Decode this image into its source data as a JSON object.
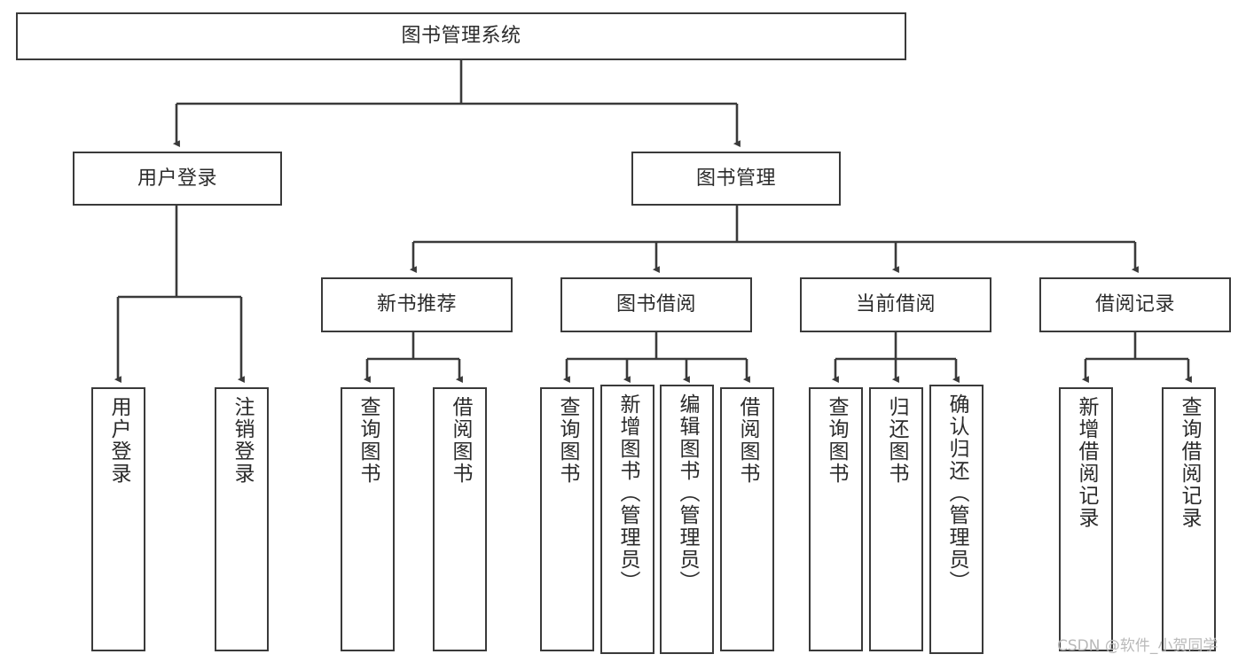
{
  "diagram": {
    "title": "图书管理系统",
    "type": "tree-hierarchy-chart",
    "orientation": "top-down",
    "colors": {
      "background": "#ffffff",
      "node_border": "#3a3a3a",
      "node_fill": "#ffffff",
      "text": "#2b2b2b",
      "edge": "#3a3a3a",
      "watermark": "#b9b9b9"
    }
  },
  "nodes": {
    "root": {
      "id": "root",
      "label": "图书管理系统",
      "level": 1
    },
    "level2": [
      {
        "id": "user-login",
        "label": "用户登录",
        "level": 2
      },
      {
        "id": "book-manage",
        "label": "图书管理",
        "level": 2
      }
    ],
    "level3": [
      {
        "id": "new-book-recommend",
        "label": "新书推荐",
        "level": 3,
        "parent": "book-manage"
      },
      {
        "id": "book-borrow",
        "label": "图书借阅",
        "level": 3,
        "parent": "book-manage"
      },
      {
        "id": "current-borrow",
        "label": "当前借阅",
        "level": 3,
        "parent": "book-manage"
      },
      {
        "id": "borrow-record",
        "label": "借阅记录",
        "level": 3,
        "parent": "book-manage"
      }
    ],
    "leaves": [
      {
        "id": "leaf-user-login",
        "label": "用户登录",
        "parent": "user-login"
      },
      {
        "id": "leaf-user-logout",
        "label": "注销登录",
        "parent": "user-login"
      },
      {
        "id": "leaf-query-book-rec",
        "label": "查询图书",
        "parent": "new-book-recommend"
      },
      {
        "id": "leaf-borrow-book-rec",
        "label": "借阅图书",
        "parent": "new-book-recommend"
      },
      {
        "id": "leaf-query-book-borrow",
        "label": "查询图书",
        "parent": "book-borrow"
      },
      {
        "id": "leaf-add-book-admin",
        "label": "新增图书（管理员）",
        "parent": "book-borrow"
      },
      {
        "id": "leaf-edit-book-admin",
        "label": "编辑图书（管理员）",
        "parent": "book-borrow"
      },
      {
        "id": "leaf-borrow-book",
        "label": "借阅图书",
        "parent": "book-borrow"
      },
      {
        "id": "leaf-query-book-current",
        "label": "查询图书",
        "parent": "current-borrow"
      },
      {
        "id": "leaf-return-book",
        "label": "归还图书",
        "parent": "current-borrow"
      },
      {
        "id": "leaf-confirm-return-admin",
        "label": "确认归还（管理员）",
        "parent": "current-borrow"
      },
      {
        "id": "leaf-add-borrow-record",
        "label": "新增借阅记录",
        "parent": "borrow-record"
      },
      {
        "id": "leaf-query-borrow-record",
        "label": "查询借阅记录",
        "parent": "borrow-record"
      }
    ]
  },
  "watermark": {
    "text": "CSDN @软件_小贺同学"
  }
}
